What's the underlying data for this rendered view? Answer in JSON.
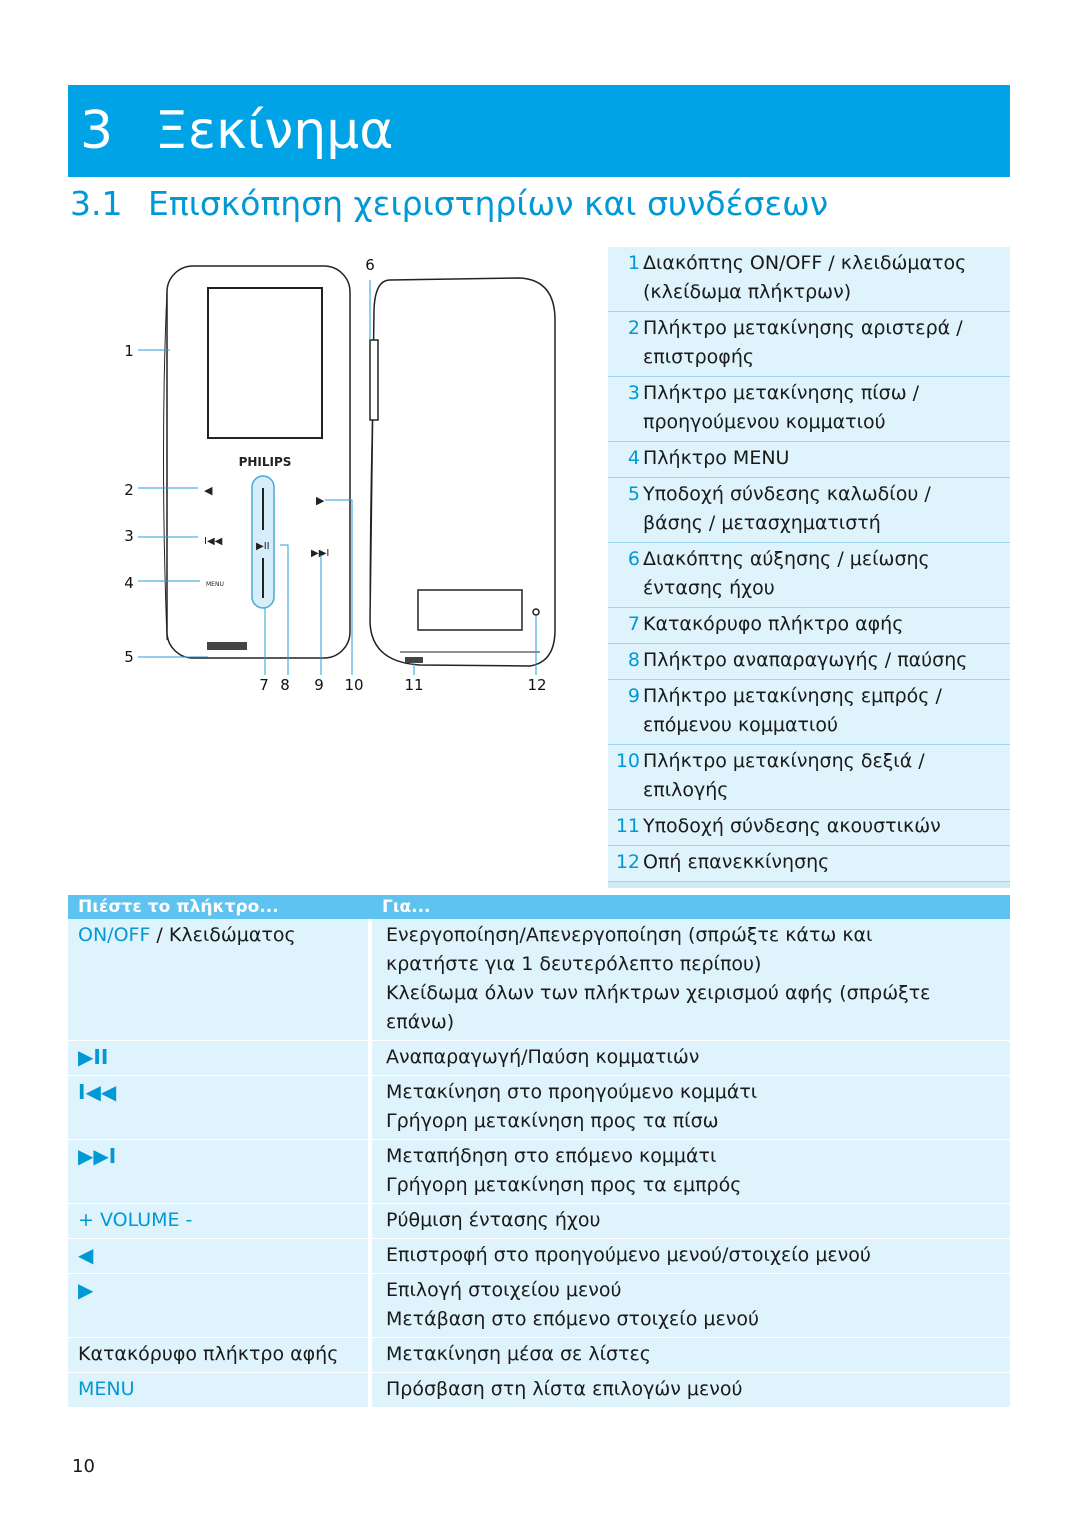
{
  "chapter": {
    "number": "3",
    "title": "Ξεκίνημα"
  },
  "section": {
    "number": "3.1",
    "title": "Επισκόπηση χειριστηρίων και συνδέσεων"
  },
  "device": {
    "brand": "PHILIPS",
    "menu_label": "MENU",
    "callouts": [
      "1",
      "2",
      "3",
      "4",
      "5",
      "6",
      "7",
      "8",
      "9",
      "10",
      "11",
      "12"
    ]
  },
  "parts": [
    {
      "num": "1",
      "lines": [
        "Διακόπτης ON/OFF / κλειδώματος",
        "(κλείδωμα πλήκτρων)"
      ]
    },
    {
      "num": "2",
      "lines": [
        "Πλήκτρο μετακίνησης αριστερά /",
        "επιστροφής"
      ]
    },
    {
      "num": "3",
      "lines": [
        "Πλήκτρο μετακίνησης πίσω /",
        "προηγούμενου κομματιού"
      ]
    },
    {
      "num": "4",
      "lines": [
        "Πλήκτρο MENU"
      ]
    },
    {
      "num": "5",
      "lines": [
        "Υποδοχή σύνδεσης καλωδίου /",
        "βάσης / μετασχηματιστή"
      ]
    },
    {
      "num": "6",
      "lines": [
        "Διακόπτης αύξησης / μείωσης",
        "έντασης ήχου"
      ]
    },
    {
      "num": "7",
      "lines": [
        "Κατακόρυφο πλήκτρο αφής"
      ]
    },
    {
      "num": "8",
      "lines": [
        "Πλήκτρο αναπαραγωγής / παύσης"
      ]
    },
    {
      "num": "9",
      "lines": [
        "Πλήκτρο μετακίνησης εμπρός /",
        "επόμενου κομματιού"
      ]
    },
    {
      "num": "10",
      "lines": [
        "Πλήκτρο μετακίνησης δεξιά /",
        "επιλογής"
      ]
    },
    {
      "num": "11",
      "lines": [
        "Υποδοχή σύνδεσης ακουστικών"
      ]
    },
    {
      "num": "12",
      "lines": [
        "Οπή επανεκκίνησης"
      ]
    }
  ],
  "table": {
    "header": {
      "press": "Πιέστε το πλήκτρο...",
      "to": "Για..."
    },
    "rows": [
      {
        "key_blue": "ON/OFF",
        "key_rest": " / Κλειδώματος",
        "actions": [
          "Ενεργοποίηση/Απενεργοποίηση (σπρώξτε κάτω και",
          "κρατήστε για 1 δευτερόλεπτο περίπου)",
          "Κλείδωμα όλων των πλήκτρων χειρισμού αφής (σπρώξτε",
          "επάνω)"
        ]
      },
      {
        "key_symbol": "▶II",
        "actions": [
          "Αναπαραγωγή/Παύση κομματιών"
        ]
      },
      {
        "key_symbol": "I◀◀",
        "actions": [
          "Μετακίνηση στο προηγούμενο κομμάτι",
          "Γρήγορη μετακίνηση προς τα πίσω"
        ]
      },
      {
        "key_symbol": "▶▶I",
        "actions": [
          "Μεταπήδηση στο επόμενο κομμάτι",
          "Γρήγορη μετακίνηση προς τα εμπρός"
        ]
      },
      {
        "key_blue": "+ VOLUME -",
        "actions": [
          "Ρύθμιση έντασης ήχου"
        ]
      },
      {
        "key_symbol": "◀",
        "actions": [
          "Επιστροφή στο προηγούμενο μενού/στοιχείο μενού"
        ]
      },
      {
        "key_symbol": "▶",
        "actions": [
          "Επιλογή στοιχείου μενού",
          "Μετάβαση στο επόμενο στοιχείο μενού"
        ]
      },
      {
        "key_text": "Κατακόρυφο πλήκτρο αφής",
        "actions": [
          "Μετακίνηση μέσα σε λίστες"
        ]
      },
      {
        "key_blue": "MENU",
        "actions": [
          "Πρόσβαση στη λίστα επιλογών μενού"
        ]
      }
    ]
  },
  "page_number": "10",
  "colors": {
    "accent": "#00a3e6",
    "row_bg": "#def3fc",
    "header_bg": "#5ec3f0"
  }
}
